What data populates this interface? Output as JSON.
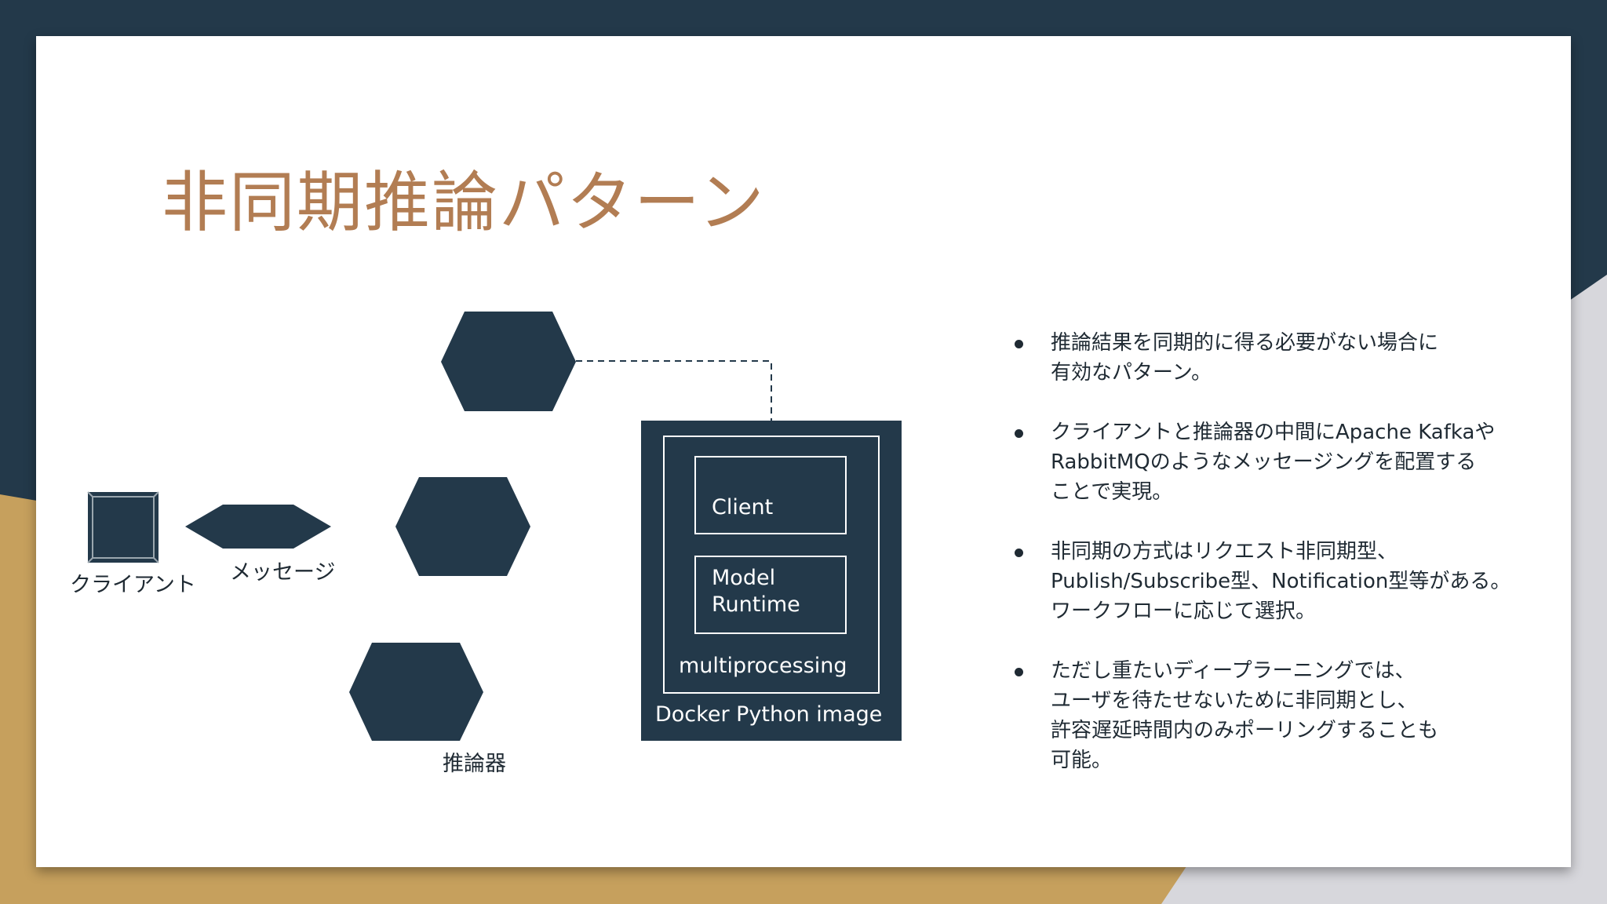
{
  "slide": {
    "title": "非同期推論パターン"
  },
  "diagram": {
    "client_label": "クライアント",
    "message_label": "メッセージ",
    "inference_label": "推論器",
    "client_box_label": "Client",
    "model_runtime_label": "Model\nRuntime",
    "multiprocessing_label": "multiprocessing",
    "docker_label": "Docker Python image"
  },
  "bullets": [
    "推論結果を同期的に得る必要がない場合に\n有効なパターン。",
    "クライアントと推論器の中間にApache Kafkaや\nRabbitMQのようなメッセージングを配置する\nことで実現。",
    "非同期の方式はリクエスト非同期型、\nPublish/Subscribe型、Notification型等がある。\nワークフローに応じて選択。",
    "ただし重たいディープラーニングでは、\nユーザを待たせないために非同期とし、\n許容遅延時間内のみポーリングすることも\n可能。"
  ],
  "colors": {
    "navy": "#23394a",
    "gold": "#c6a05d",
    "title_brown": "#b27d53",
    "slide_bg": "#ffffff",
    "gray_corner": "#d7d7dc"
  }
}
